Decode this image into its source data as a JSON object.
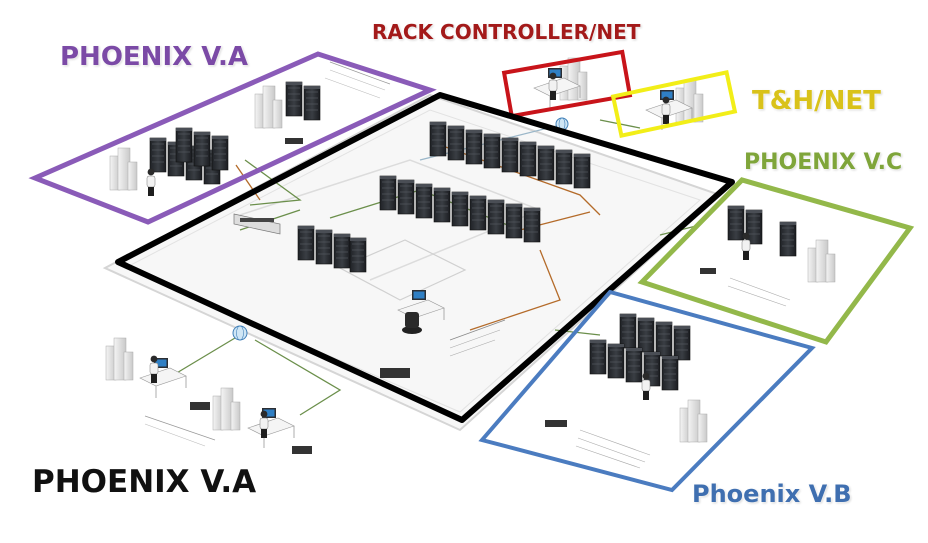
{
  "labels": {
    "phoenix_va_top": "PHOENIX V.A",
    "rack_controller": "RACK CONTROLLER/NET",
    "th_net": "T&H/NET",
    "phoenix_vc": "PHOENIX V.C",
    "phoenix_va_bottom": "PHOENIX V.A",
    "phoenix_vb": "Phoenix V.B"
  },
  "colors": {
    "phoenix_va_top": "#7b4aa6",
    "rack_controller": "#a31a1a",
    "th_net": "#d9c21a",
    "phoenix_vc": "#7fa53a",
    "phoenix_va_bottom": "#111111",
    "phoenix_vb": "#3f6fb0",
    "frame_purple": "#8a5bb8",
    "frame_red": "#c8141a",
    "frame_yellow": "#f2ee18",
    "frame_green": "#93b84a",
    "frame_blue": "#4b7cc0",
    "frame_black": "#000000",
    "rack": "#2b2e33",
    "screen": "#2f7fc4"
  },
  "icons": [
    "server-rack-icon",
    "workstation-icon",
    "building-icon",
    "globe-icon",
    "office-chair-icon"
  ]
}
